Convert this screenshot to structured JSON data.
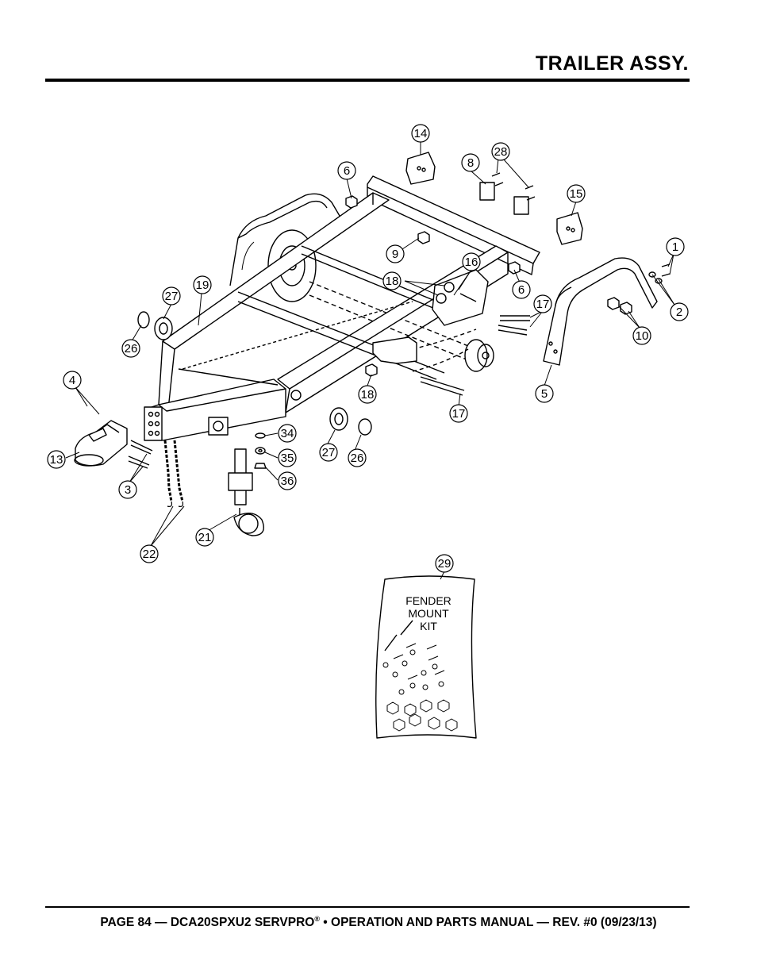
{
  "header": {
    "title": "TRAILER ASSY."
  },
  "footer": {
    "prefix": "PAGE 84 — DCA20SPXU2 SERVPRO",
    "registered": "®",
    "suffix": " • OPERATION AND PARTS MANUAL — REV. #0 (09/23/13)"
  },
  "kit": {
    "line1": "FENDER",
    "line2": "MOUNT",
    "line3": "KIT"
  },
  "callouts": {
    "c1": "1",
    "c2": "2",
    "c3": "3",
    "c4": "4",
    "c5": "5",
    "c6a": "6",
    "c6b": "6",
    "c8": "8",
    "c9": "9",
    "c10": "10",
    "c13": "13",
    "c14": "14",
    "c15": "15",
    "c16": "16",
    "c17a": "17",
    "c17b": "17",
    "c18a": "18",
    "c18b": "18",
    "c19": "19",
    "c21": "21",
    "c22": "22",
    "c26a": "26",
    "c26b": "26",
    "c27a": "27",
    "c27b": "27",
    "c28": "28",
    "c29": "29",
    "c34": "34",
    "c35": "35",
    "c36": "36"
  }
}
